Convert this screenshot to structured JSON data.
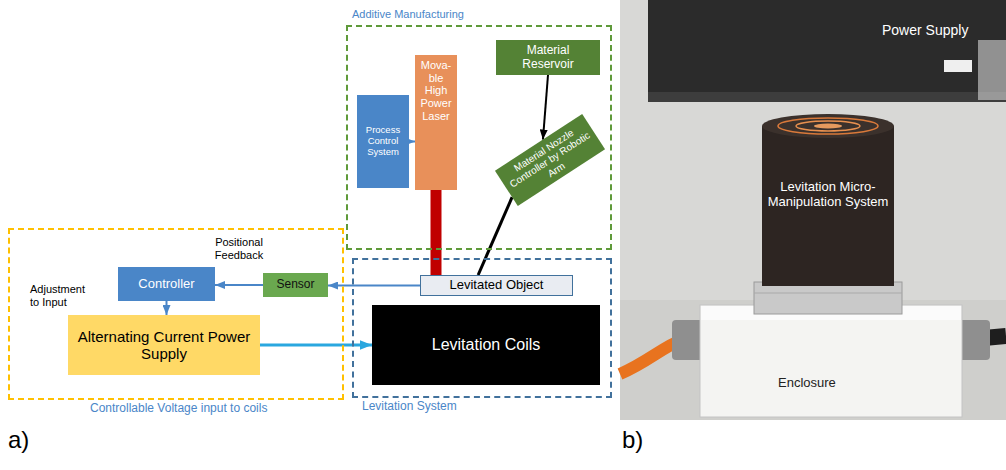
{
  "diagram": {
    "nodes": [
      {
        "text": [
          "Additive Manufacturing"
        ]
      },
      {
        "text": [
          "Process Control System"
        ],
        "in": 0
      },
      {
        "text": [
          "Mova- ble High Power Laser"
        ],
        "in": 0
      },
      {
        "text": [
          "Material Reservoir"
        ],
        "in": 0
      },
      {
        "text": [
          "Material Nozzle Controller by Robotic Arm"
        ],
        "in": 0
      },
      {
        "text": [
          "Controllable Voltage input to coils"
        ]
      },
      {
        "text": [
          "Controller"
        ],
        "in": 5
      },
      {
        "text": [
          "Sensor"
        ],
        "in": 5
      },
      {
        "text": [
          "Alternating Current Power Supply"
        ],
        "in": 5
      },
      {
        "text": [
          "Levitation System"
        ]
      },
      {
        "text": [
          "Levitated Object"
        ],
        "in": 9
      },
      {
        "text": [
          "Levitation Coils"
        ],
        "in": 9
      }
    ],
    "edges": [
      {
        "from": 1,
        "to": 2,
        "arrow": "to"
      },
      {
        "from": 3,
        "to": 4,
        "arrow": "to"
      },
      {
        "from": 2,
        "to": 10,
        "arrow": "none"
      },
      {
        "from": 4,
        "to": 10,
        "arrow": "none"
      },
      {
        "from": 10,
        "to": 7,
        "arrow": "to"
      },
      {
        "from": 7,
        "to": 6,
        "arrow": "to",
        "label": "Positional Feedback"
      },
      {
        "from": 6,
        "to": 8,
        "arrow": "to"
      },
      {
        "from": 8,
        "to": 11,
        "arrow": "to"
      }
    ],
    "labels": [
      "Adjustment to Input",
      "a)",
      "Power Supply",
      "Levitation Micro-Manipulation System",
      "Enclosure",
      "b)"
    ]
  }
}
